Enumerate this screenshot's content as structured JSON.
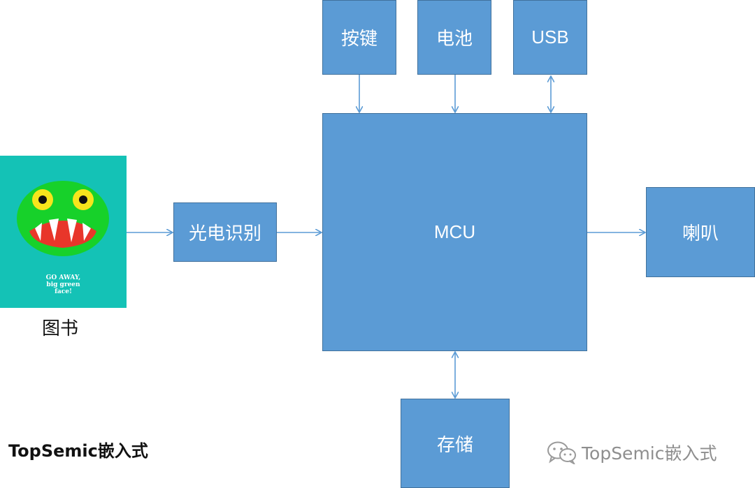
{
  "nodes": {
    "keys": "按键",
    "battery": "电池",
    "usb": "USB",
    "mcu": "MCU",
    "photo": "光电识别",
    "speaker": "喇叭",
    "storage": "存储"
  },
  "book": {
    "cover_line1": "GO AWAY,",
    "cover_line2": "big green",
    "cover_line3": "face!",
    "label": "图书"
  },
  "brand": "TopSemic嵌入式",
  "watermark": "TopSemic嵌入式",
  "colors": {
    "block_fill": "#5b9bd5",
    "block_border": "#41719c",
    "arrow": "#5b9bd5",
    "book_bg": "#14c2b6",
    "face_green": "#17d12a"
  }
}
